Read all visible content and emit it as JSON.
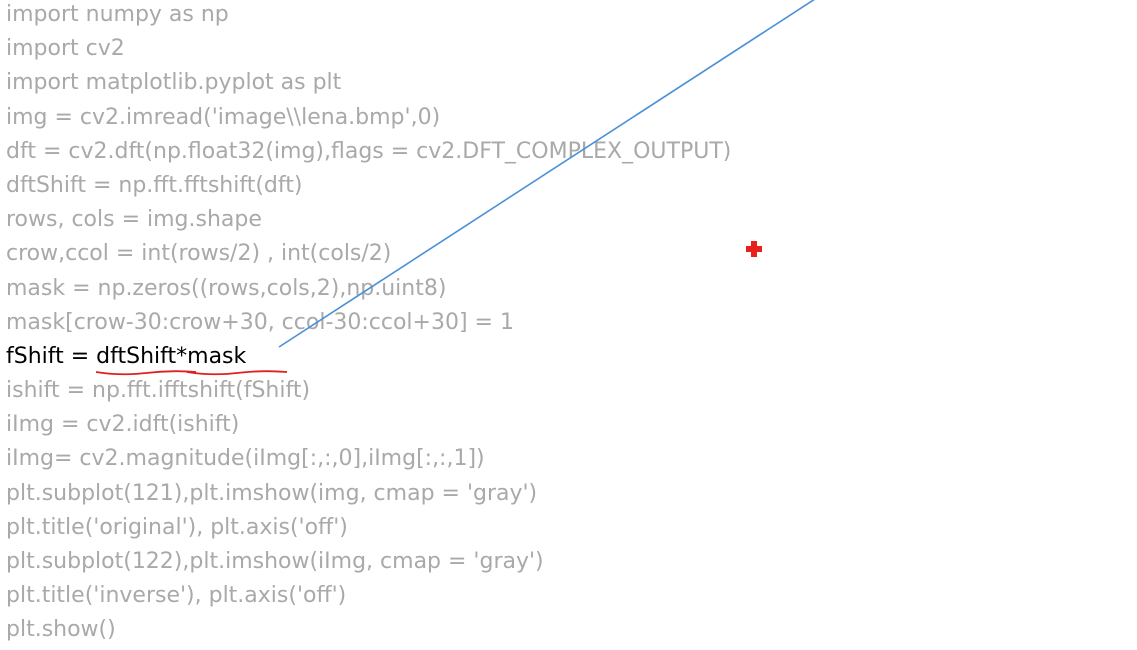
{
  "code": {
    "lines": [
      "import numpy as np",
      "import cv2",
      "import matplotlib.pyplot as plt",
      "img = cv2.imread('image\\\\lena.bmp',0)",
      "dft = cv2.dft(np.float32(img),flags = cv2.DFT_COMPLEX_OUTPUT)",
      "dftShift = np.fft.fftshift(dft)",
      "rows, cols = img.shape",
      "crow,ccol = int(rows/2) , int(cols/2)",
      "mask = np.zeros((rows,cols,2),np.uint8)",
      "mask[crow-30:crow+30, ccol-30:ccol+30] = 1",
      "fShift = dftShift*mask",
      "ishift = np.fft.ifftshift(fShift)",
      "iImg = cv2.idft(ishift)",
      "iImg= cv2.magnitude(iImg[:,:,0],iImg[:,:,1])",
      "plt.subplot(121),plt.imshow(img, cmap = 'gray')",
      "plt.title('original'), plt.axis('off')",
      "plt.subplot(122),plt.imshow(iImg, cmap = 'gray')",
      "plt.title('inverse'), plt.axis('off')",
      "plt.show()"
    ],
    "highlight_line": {
      "prefix": "fShift = ",
      "token1": "dftShift",
      "operator": "*",
      "token2": "mask"
    }
  },
  "colors": {
    "dim_text": "#a9a9a9",
    "active_text": "#000000",
    "squiggle": "#e02020",
    "annotation_line": "#4a90d9",
    "cursor_cross": "#e8201c"
  },
  "icons": {
    "cursor": "red-cross-cursor-icon"
  }
}
